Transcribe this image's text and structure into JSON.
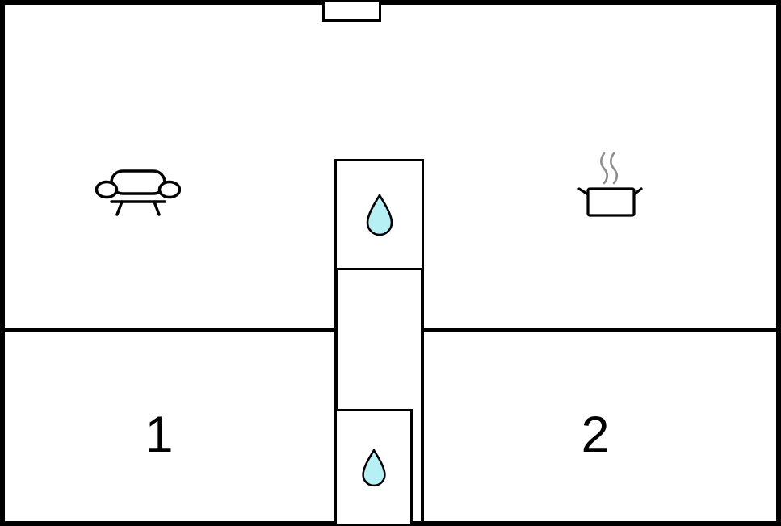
{
  "floorplan": {
    "background_color": "#ffffff",
    "wall_color": "#000000",
    "water_drop_color": "#b7f0f4",
    "steam_color": "#8e8e8e",
    "rooms": [
      {
        "label": "1"
      },
      {
        "label": "2"
      }
    ],
    "fixtures": [
      {
        "icon": "sofa-icon",
        "area": "living-area"
      },
      {
        "icon": "cooking-pot-icon",
        "area": "kitchen-area"
      },
      {
        "icon": "water-drop-icon",
        "area": "bathroom-upper"
      },
      {
        "icon": "water-drop-icon",
        "area": "bathroom-lower"
      }
    ]
  }
}
